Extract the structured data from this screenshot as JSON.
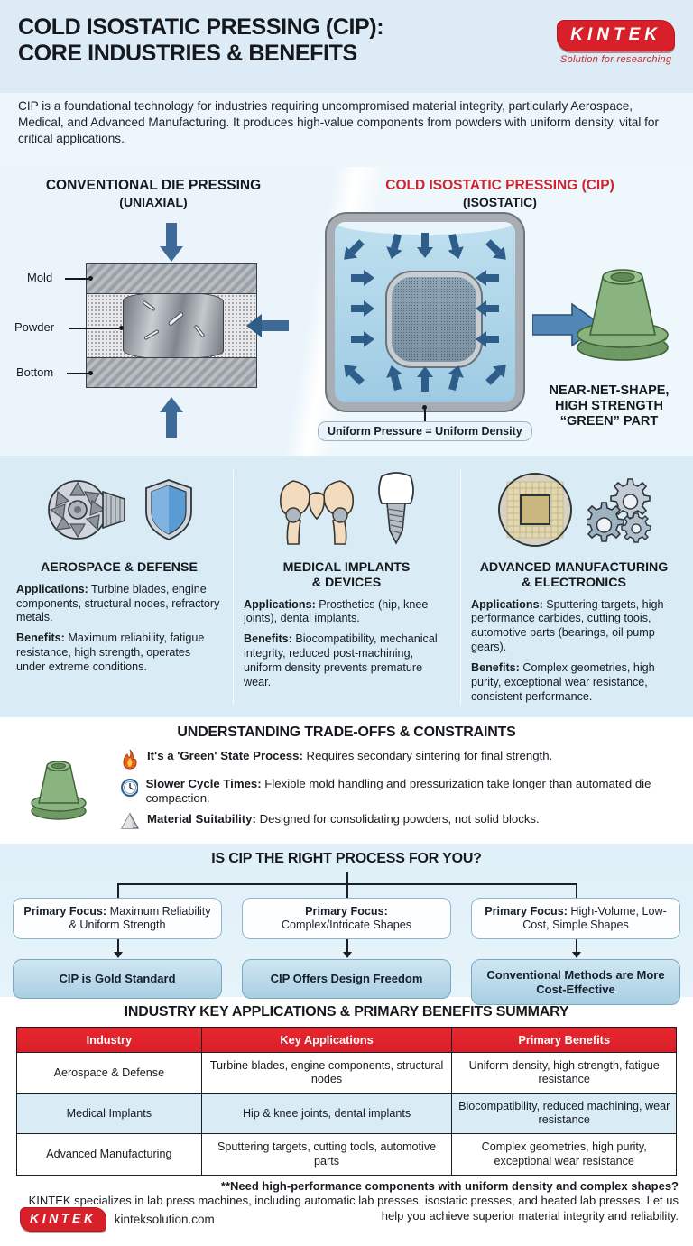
{
  "header": {
    "title_line1": "COLD ISOSTATIC PRESSING (CIP):",
    "title_line2": "CORE INDUSTRIES & BENEFITS",
    "logo_text": "KINTEK",
    "logo_tagline": "Solution for researching"
  },
  "intro": {
    "paragraph": "CIP is a foundational technology for industries requiring uncompromised material integrity, particularly Aerospace, Medical, and Advanced Manufacturing. It produces high-value components from powders with uniform density, vital for critical applications."
  },
  "comparison": {
    "left": {
      "title": "CONVENTIONAL DIE PRESSING",
      "subtitle": "(UNIAXIAL)",
      "labels": [
        "Mold",
        "Powder",
        "Bottom"
      ]
    },
    "right": {
      "title": "COLD ISOSTATIC PRESSING (CIP)",
      "subtitle": "(ISOSTATIC)",
      "callout": "Uniform Pressure = Uniform Density",
      "result_line1": "NEAR-NET-SHAPE,",
      "result_line2": "HIGH STRENGTH",
      "result_line3": "“GREEN” PART"
    }
  },
  "industries": [
    {
      "title_line1": "AEROSPACE & DEFENSE",
      "title_line2": "",
      "applications_label": "Applications:",
      "applications": "Turbine blades, engine components, structural nodes, refractory metals.",
      "benefits_label": "Benefits:",
      "benefits": "Maximum reliability, fatigue resistance, high strength, operates under extreme conditions.",
      "icons": [
        "turbine-engine-icon",
        "shield-icon"
      ]
    },
    {
      "title_line1": "MEDICAL IMPLANTS",
      "title_line2": "& DEVICES",
      "applications_label": "Applications:",
      "applications": "Prosthetics (hip, knee joints), dental implants.",
      "benefits_label": "Benefits:",
      "benefits": "Biocompatibility, mechanical integrity, reduced post-machining, uniform density prevents premature wear.",
      "icons": [
        "hip-bone-icon",
        "dental-implant-icon"
      ]
    },
    {
      "title_line1": "ADVANCED MANUFACTURING",
      "title_line2": "& ELECTRONICS",
      "applications_label": "Applications:",
      "applications": "Sputtering targets, high-performance carbides, cutting toois, automotive parts (bearings, oil pump gears).",
      "benefits_label": "Benefits:",
      "benefits": "Complex geometries, high purity, exceptional wear resistance, consistent performance.",
      "icons": [
        "silicon-wafer-icon",
        "gears-icon"
      ]
    }
  ],
  "tradeoffs": {
    "title": "UNDERSTANDING TRADE-OFFS & CONSTRAINTS",
    "items": [
      {
        "icon": "flame-icon",
        "label": "It's a 'Green' State Process:",
        "text": " Requires secondary sintering for final strength."
      },
      {
        "icon": "clock-icon",
        "label": "Slower Cycle Times:",
        "text": " Flexible mold handling and pressurization take longer than automated die compaction."
      },
      {
        "icon": "powder-cone-icon",
        "label": "Material Suitability:",
        "text": " Designed for consolidating powders, not solid blocks."
      }
    ]
  },
  "decision": {
    "title": "IS CIP THE RIGHT PROCESS FOR YOU?",
    "columns": [
      {
        "focus_label": "Primary Focus:",
        "focus_text": " Maximum Reliability & Uniform Strength",
        "outcome": "CIP is Gold Standard"
      },
      {
        "focus_label": "Primary Focus:",
        "focus_text": "Complex/Intricate Shapes",
        "outcome": "CIP Offers Design Freedom"
      },
      {
        "focus_label": "Primary Focus:",
        "focus_text": " High-Volume, Low-Cost, Simple Shapes",
        "outcome": "Conventional Methods are More Cost-Effective"
      }
    ]
  },
  "summary": {
    "title": "INDUSTRY KEY APPLICATIONS & PRIMARY BENEFITS SUMMARY",
    "headers": [
      "Industry",
      "Key Applications",
      "Primary Benefits"
    ],
    "rows": [
      [
        "Aerospace & Defense",
        "Turbine blades, engine components, structural nodes",
        "Uniform density, high strength, fatigue resistance"
      ],
      [
        "Medical Implants",
        "Hip & knee joints, dental implants",
        "Biocompatibility, reduced machining, wear resistance"
      ],
      [
        "Advanced Manufacturing",
        "Sputtering targets, cutting tools, automotive parts",
        "Complex geometries, high purity, exceptional wear resistance"
      ]
    ]
  },
  "footer": {
    "cta_bold": "**Need high-performance components with uniform density and complex shapes?",
    "cta_text": "KINTEK specializes in lab press machines, including automatic lab presses, isostatic presses, and heated lab presses. Let us help you achieve superior material integrity and reliability.",
    "logo_text": "KINTEK",
    "url": "kinteksolution.com"
  },
  "colors": {
    "brand_red": "#d8202a",
    "accent_blue": "#3d6a96",
    "panel_blue": "#d9ecf5",
    "green_part": "#7fa874"
  }
}
